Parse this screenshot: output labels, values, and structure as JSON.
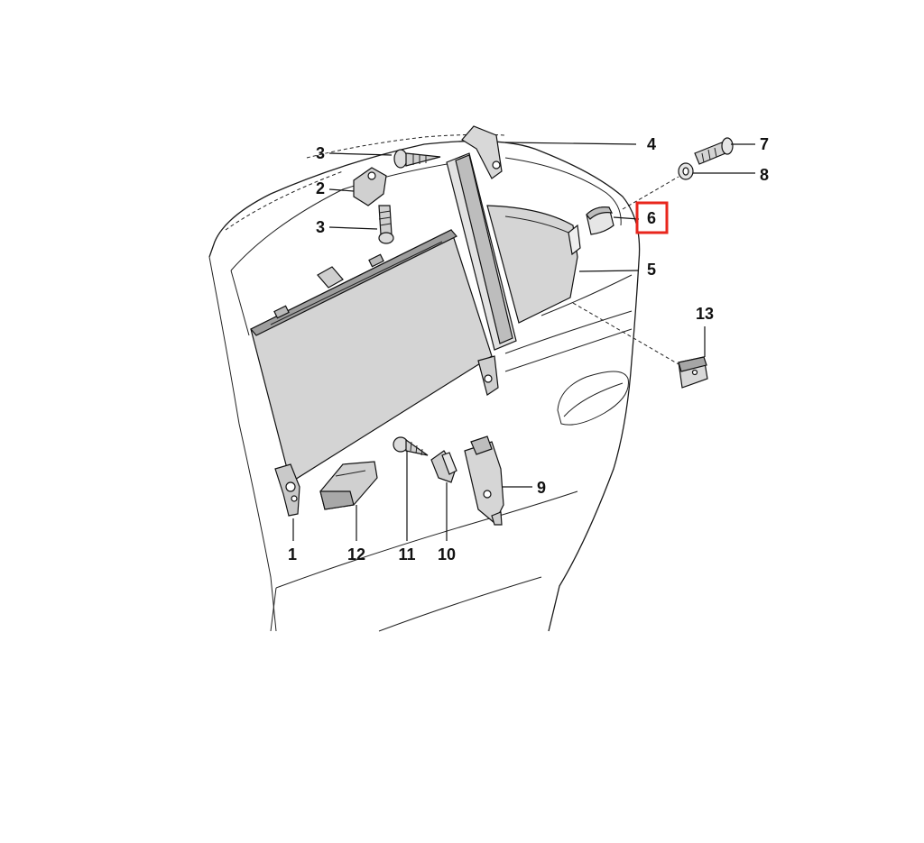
{
  "diagram": {
    "callouts": [
      {
        "id": "1",
        "label": "1"
      },
      {
        "id": "2",
        "label": "2"
      },
      {
        "id": "3a",
        "label": "3"
      },
      {
        "id": "3b",
        "label": "3"
      },
      {
        "id": "4",
        "label": "4"
      },
      {
        "id": "5",
        "label": "5"
      },
      {
        "id": "6",
        "label": "6",
        "highlighted": true
      },
      {
        "id": "7",
        "label": "7"
      },
      {
        "id": "8",
        "label": "8"
      },
      {
        "id": "9",
        "label": "9"
      },
      {
        "id": "10",
        "label": "10"
      },
      {
        "id": "11",
        "label": "11"
      },
      {
        "id": "12",
        "label": "12"
      },
      {
        "id": "13",
        "label": "13"
      }
    ],
    "colors": {
      "highlight": "#e8261c",
      "line": "#1a1a1a",
      "shade_dark": "#d9d9d9",
      "shade_light": "#efefef"
    }
  }
}
